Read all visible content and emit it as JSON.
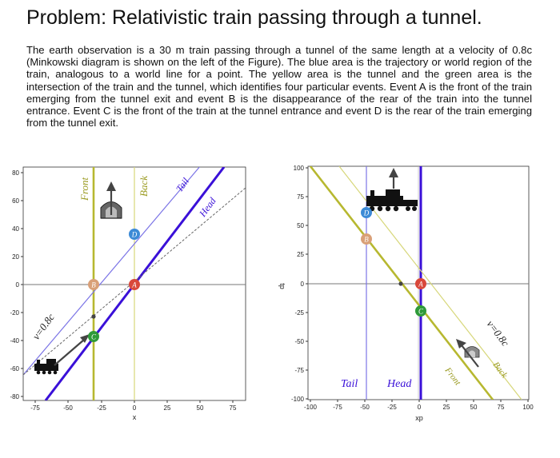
{
  "title": "Problem: Relativistic train passing through a tunnel.",
  "paragraph": "The earth observation is a 30 m train passing through a tunnel of the same length at a velocity of 0.8c (Minkowski diagram is shown on the left of the Figure). The blue area is the trajectory or world region of the train, analogous to a world line for a point. The yellow area is the tunnel and the green area is the intersection of the train and the tunnel, which identifies four particular events. Event A is the front of the train emerging from the tunnel exit and event B is the disappearance of the rear of the train into the tunnel entrance. Event C is the front of the train at the tunnel entrance and event D is the rear of the train emerging from the tunnel exit.",
  "colors": {
    "blue": "#3a10d8",
    "blue_light": "#7b74e6",
    "olive": "#b7b830",
    "olive_light": "#d7d77a",
    "event_a": "#d9483b",
    "event_b": "#d9a078",
    "event_c": "#2f9a3a",
    "event_d": "#3c8ad6"
  },
  "left_diagram": {
    "x_axis_label": "x",
    "x_ticks": [
      "-75",
      "-50",
      "-25",
      "0",
      "25",
      "50",
      "75"
    ],
    "y_ticks": [
      "80",
      "60",
      "40",
      "20",
      "0",
      "-20",
      "-40",
      "-60",
      "-80"
    ],
    "labels": {
      "front": "Front",
      "back": "Back",
      "tail": "Tail",
      "head": "Head",
      "velocity": "v=0.8c"
    },
    "events": [
      "A",
      "B",
      "C",
      "D"
    ]
  },
  "right_diagram": {
    "x_axis_label": "xp",
    "y_axis_label": "tp",
    "x_ticks": [
      "-100",
      "-75",
      "-50",
      "-25",
      "0",
      "25",
      "50",
      "75",
      "100"
    ],
    "y_ticks": [
      "100",
      "75",
      "50",
      "25",
      "0",
      "-25",
      "-50",
      "-75",
      "-100"
    ],
    "labels": {
      "tail": "Tail",
      "head": "Head",
      "front": "Front",
      "back": "Back",
      "velocity": "v=0.8c"
    },
    "events": [
      "A",
      "B",
      "C",
      "D"
    ]
  }
}
